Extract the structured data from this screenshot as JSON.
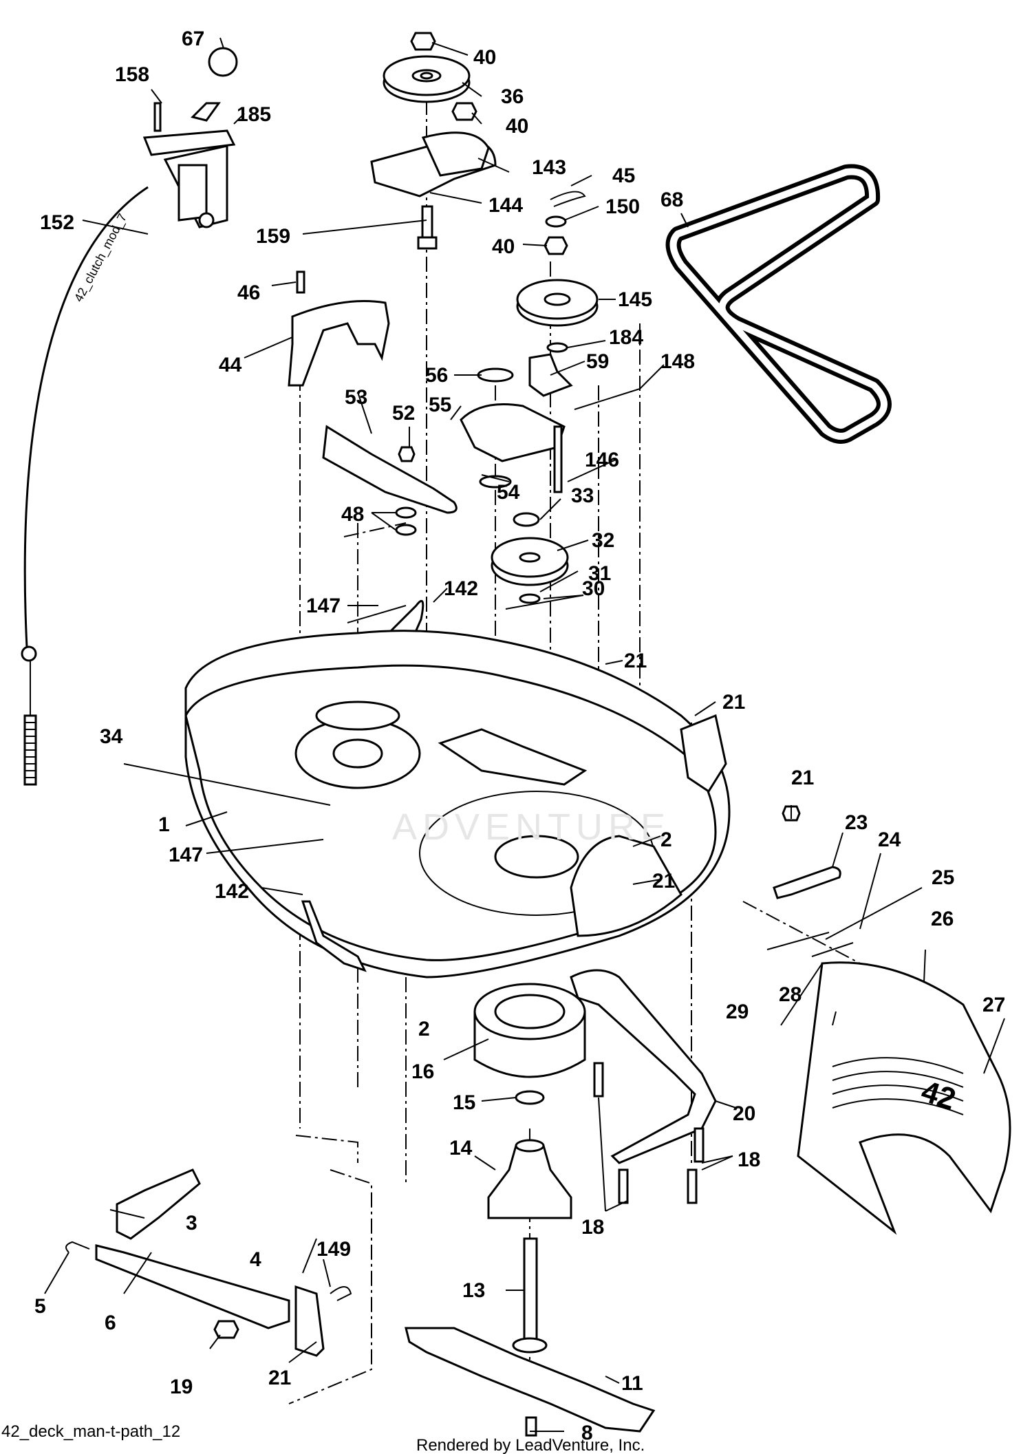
{
  "diagram": {
    "labels": [
      "67",
      "158",
      "185",
      "152",
      "40",
      "36",
      "40",
      "143",
      "144",
      "45",
      "150",
      "40",
      "159",
      "68",
      "46",
      "44",
      "145",
      "184",
      "56",
      "59",
      "148",
      "53",
      "52",
      "55",
      "146",
      "54",
      "48",
      "33",
      "32",
      "31",
      "30",
      "147",
      "142",
      "21",
      "21",
      "34",
      "1",
      "147",
      "142",
      "21",
      "23",
      "24",
      "2",
      "21",
      "25",
      "26",
      "2",
      "16",
      "15",
      "14",
      "27",
      "28",
      "29",
      "20",
      "18",
      "18",
      "3",
      "149",
      "4",
      "5",
      "6",
      "13",
      "19",
      "21",
      "11",
      "8"
    ],
    "cable_text": "42_clutch_mod_7",
    "deck_number": "42",
    "watermark": "ADVENTURE",
    "footer_left": "42_deck_man-t-path_12",
    "footer_center": "Rendered by LeadVenture, Inc."
  }
}
